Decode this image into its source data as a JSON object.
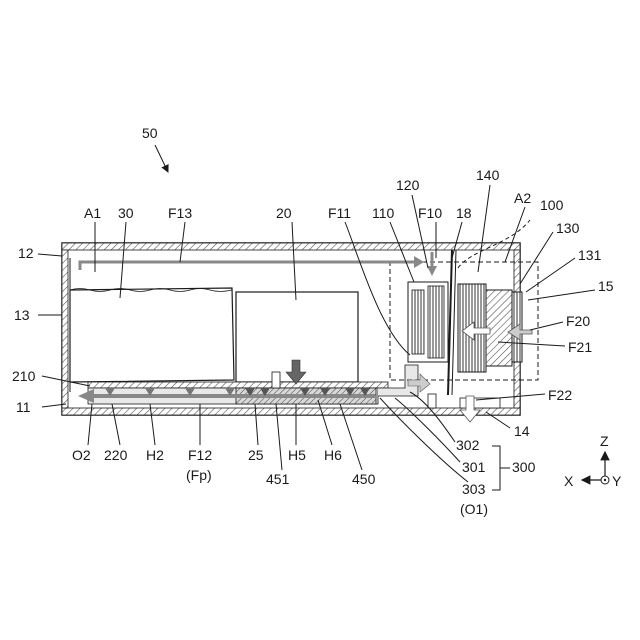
{
  "figure": {
    "labels": {
      "ref_50": "50",
      "A1": "A1",
      "n30": "30",
      "F13": "F13",
      "n20": "20",
      "F11": "F11",
      "n110": "110",
      "n120": "120",
      "F10": "F10",
      "n18": "18",
      "n140": "140",
      "A2": "A2",
      "n100": "100",
      "n130": "130",
      "n131": "131",
      "n15": "15",
      "F20": "F20",
      "F21": "F21",
      "F22": "F22",
      "n14": "14",
      "n12": "12",
      "n13": "13",
      "n210": "210",
      "n11": "11",
      "O2": "O2",
      "n220": "220",
      "H2": "H2",
      "F12": "F12",
      "Fp": "(Fp)",
      "n25": "25",
      "H5": "H5",
      "H6": "H6",
      "n451": "451",
      "n450": "450",
      "n302": "302",
      "n301": "301",
      "n303": "303",
      "n300": "300",
      "O1": "(O1)"
    },
    "axes": {
      "z": "Z",
      "x": "X",
      "y": "Y"
    }
  }
}
